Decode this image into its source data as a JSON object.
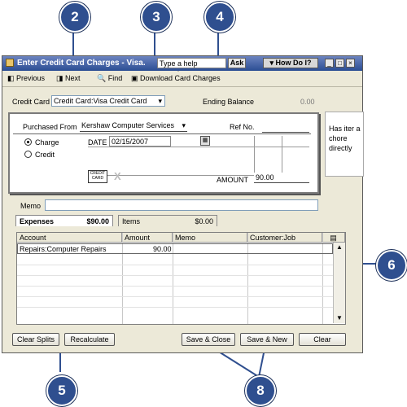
{
  "window": {
    "title": "Enter Credit Card Charges - Visa.",
    "help_placeholder": "Type a help question",
    "ask_label": "Ask",
    "how_do_i_label": "How Do I?"
  },
  "toolbar": {
    "previous": "Previous",
    "next": "Next",
    "find": "Find",
    "download": "Download Card Charges"
  },
  "header": {
    "credit_card_label": "Credit Card",
    "credit_card_value": "Credit Card:Visa Credit Card",
    "ending_balance_label": "Ending Balance",
    "ending_balance_value": "0.00"
  },
  "form": {
    "purchased_from_label": "Purchased From",
    "purchased_from_value": "Kershaw Computer Services",
    "ref_no_label": "Ref No.",
    "charge_label": "Charge",
    "credit_label": "Credit",
    "date_label": "DATE",
    "date_value": "02/15/2007",
    "amount_label": "AMOUNT",
    "amount_value": "90.00",
    "card_badge": "CREDIT CARD",
    "side_note": "Has iter a chore directly"
  },
  "memo_label": "Memo",
  "tabs": {
    "expenses_label": "Expenses",
    "expenses_amount": "$90.00",
    "items_label": "Items",
    "items_amount": "$0.00"
  },
  "grid": {
    "columns": [
      "Account",
      "Amount",
      "Memo",
      "Customer:Job"
    ],
    "rows": [
      {
        "account": "Repairs:Computer Repairs",
        "amount": "90.00",
        "memo": "",
        "customer": ""
      }
    ]
  },
  "buttons": {
    "clear_splits": "Clear Splits",
    "recalculate": "Recalculate",
    "save_close": "Save & Close",
    "save_new": "Save & New",
    "clear": "Clear"
  },
  "callouts": {
    "c2": "2",
    "c3": "3",
    "c4": "4",
    "c5": "5",
    "c6": "6",
    "c8": "8"
  },
  "colors": {
    "callout": "#2f4f8f",
    "titlebar": "#2b4d93"
  }
}
